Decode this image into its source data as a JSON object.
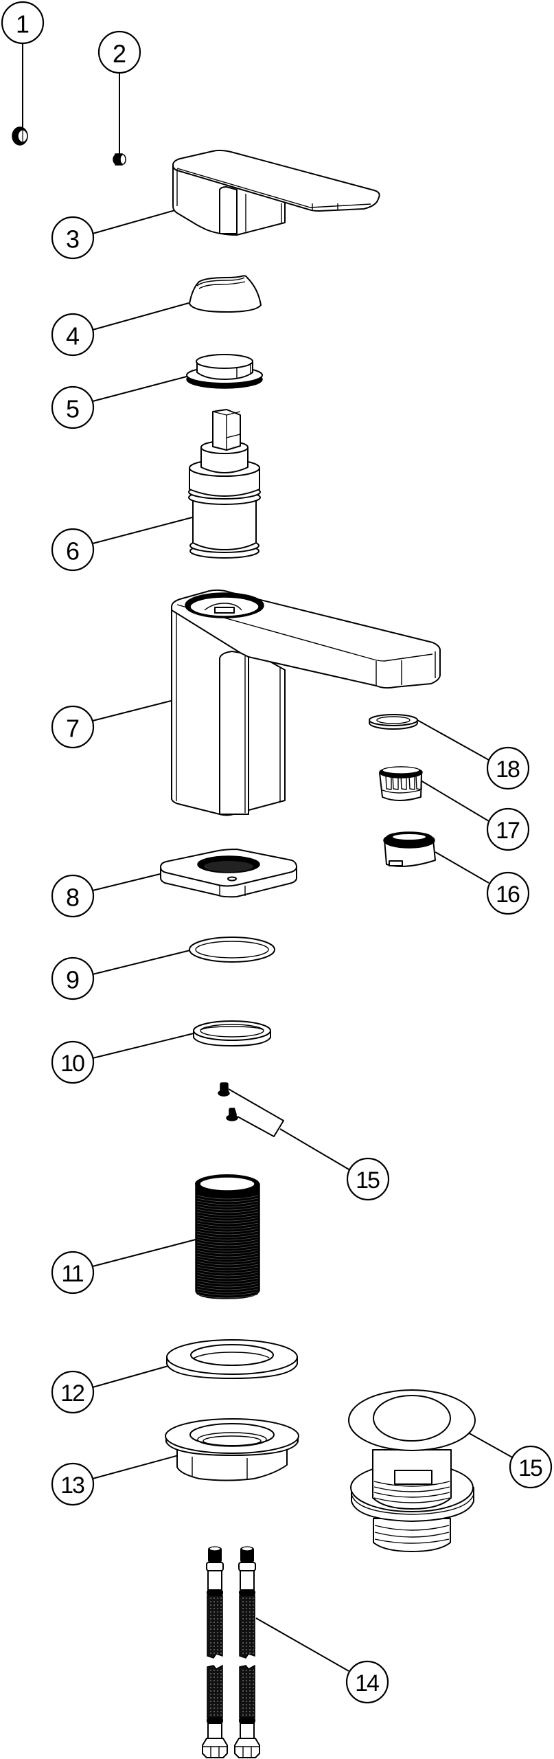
{
  "diagram": {
    "type": "exploded-parts-view",
    "subject": "basin mixer tap with pop-up waste",
    "line_color": "#000000",
    "background_color": "#ffffff",
    "callouts": [
      {
        "id": "c1",
        "label": "1",
        "part": "grub screw cap"
      },
      {
        "id": "c2",
        "label": "2",
        "part": "grub screw"
      },
      {
        "id": "c3",
        "label": "3",
        "part": "lever handle"
      },
      {
        "id": "c4",
        "label": "4",
        "part": "shroud"
      },
      {
        "id": "c5",
        "label": "5",
        "part": "cartridge retaining nut"
      },
      {
        "id": "c6",
        "label": "6",
        "part": "ceramic cartridge"
      },
      {
        "id": "c7",
        "label": "7",
        "part": "tap body"
      },
      {
        "id": "c8",
        "label": "8",
        "part": "base plate"
      },
      {
        "id": "c9",
        "label": "9",
        "part": "o-ring"
      },
      {
        "id": "c10",
        "label": "10",
        "part": "washer"
      },
      {
        "id": "c15a",
        "label": "15",
        "part": "fixing screws"
      },
      {
        "id": "c11",
        "label": "11",
        "part": "threaded shank"
      },
      {
        "id": "c12",
        "label": "12",
        "part": "washer"
      },
      {
        "id": "c13",
        "label": "13",
        "part": "back nut"
      },
      {
        "id": "c14",
        "label": "14",
        "part": "flexible hoses"
      },
      {
        "id": "c15b",
        "label": "15",
        "part": "pop-up waste"
      },
      {
        "id": "c16",
        "label": "16",
        "part": "aerator housing"
      },
      {
        "id": "c17",
        "label": "17",
        "part": "aerator insert"
      },
      {
        "id": "c18",
        "label": "18",
        "part": "aerator washer"
      }
    ]
  }
}
